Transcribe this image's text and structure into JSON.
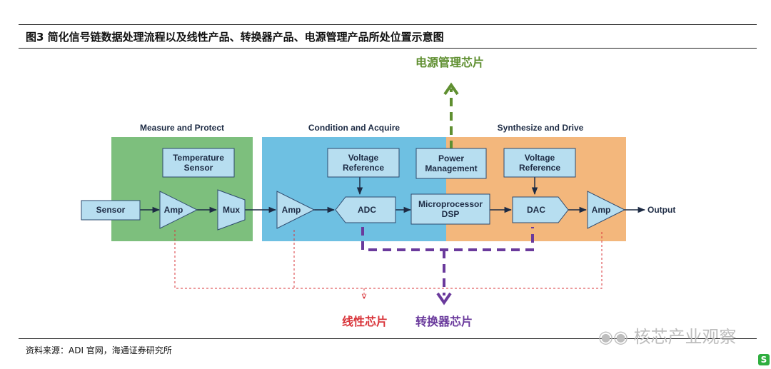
{
  "figure": {
    "title": "图3  简化信号链数据处理流程以及线性产品、转换器产品、电源管理产品所处位置示意图",
    "source": "资料来源：ADI 官网，海通证券研究所",
    "watermark": "核芯产业观察"
  },
  "sections": {
    "measure": "Measure and Protect",
    "condition": "Condition and Acquire",
    "synthesize": "Synthesize and Drive"
  },
  "blocks": {
    "temperature_sensor": [
      "Temperature",
      "Sensor"
    ],
    "voltage_reference_1": [
      "Voltage",
      "Reference"
    ],
    "power_management": [
      "Power",
      "Management"
    ],
    "voltage_reference_2": [
      "Voltage",
      "Reference"
    ],
    "sensor": "Sensor",
    "amp_1": "Amp",
    "mux": "Mux",
    "amp_2": "Amp",
    "adc": "ADC",
    "microprocessor": [
      "Microprocessor",
      "DSP"
    ],
    "dac": "DAC",
    "amp_3": "Amp",
    "output": "Output"
  },
  "categories": {
    "power_chip": "电源管理芯片",
    "linear_chip": "线性芯片",
    "converter_chip": "转换器芯片"
  },
  "colors": {
    "measure_bg": "#7dbf7d",
    "condition_bg": "#6ec0e2",
    "synthesize_bg": "#f3b77c",
    "block_fill": "#b7def0",
    "power_line": "#5f8f30",
    "linear_line": "#d9343a",
    "converter_line": "#6a3a9c"
  }
}
